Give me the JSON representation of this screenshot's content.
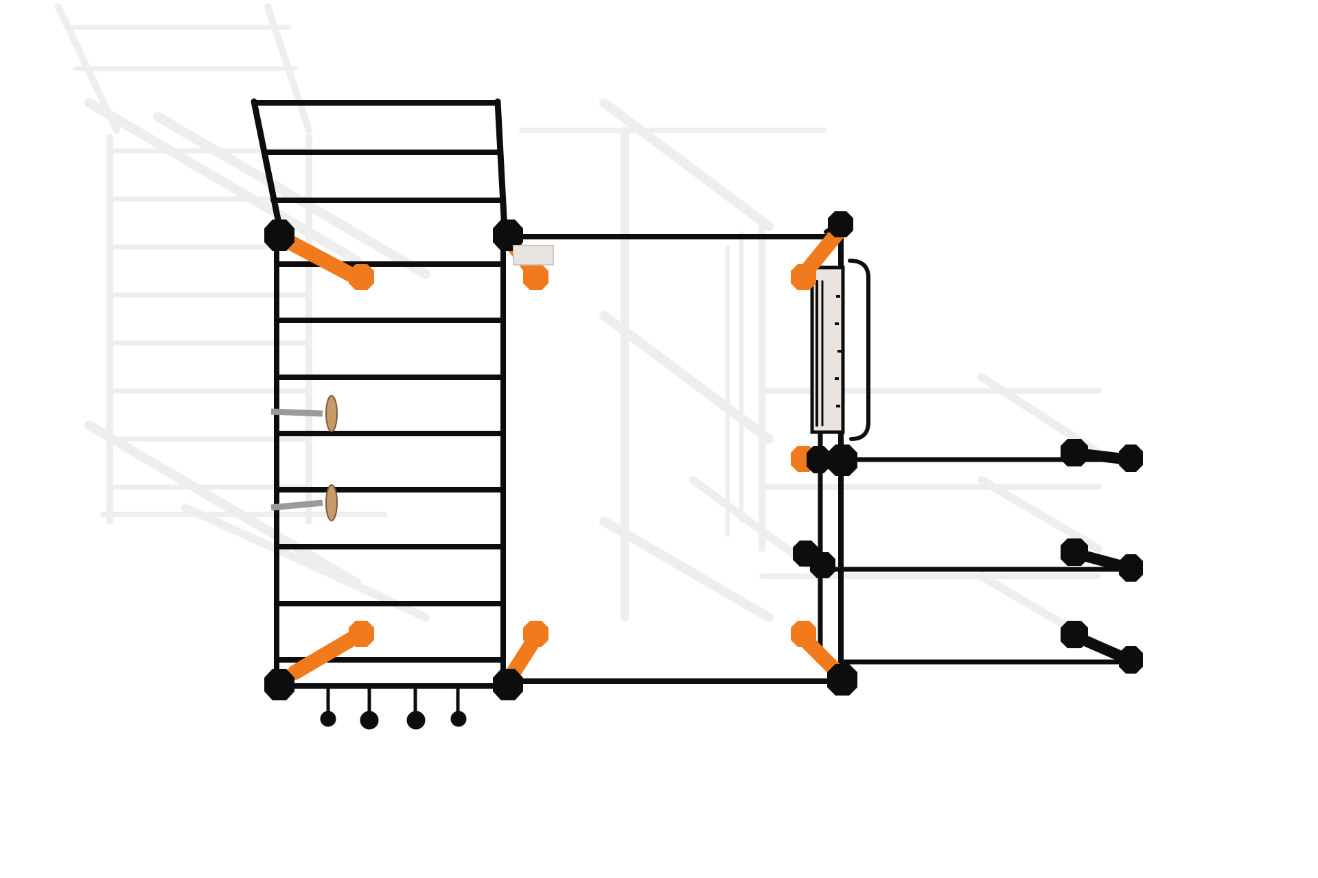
{
  "scene": {
    "subject": "outdoor-calisthenics-rig-top-view",
    "colors": {
      "frame": "#0d0d0d",
      "accent": "#f07a1c",
      "shadow": "#e8e8e8",
      "plate": "#e9e4df",
      "wood": "#c89a6a",
      "steel": "#9a9a9a"
    },
    "counts": {
      "ladder_rungs": 8,
      "top_ladder_rungs": 3,
      "hanging_grips": 4,
      "side_bars": 3
    }
  }
}
